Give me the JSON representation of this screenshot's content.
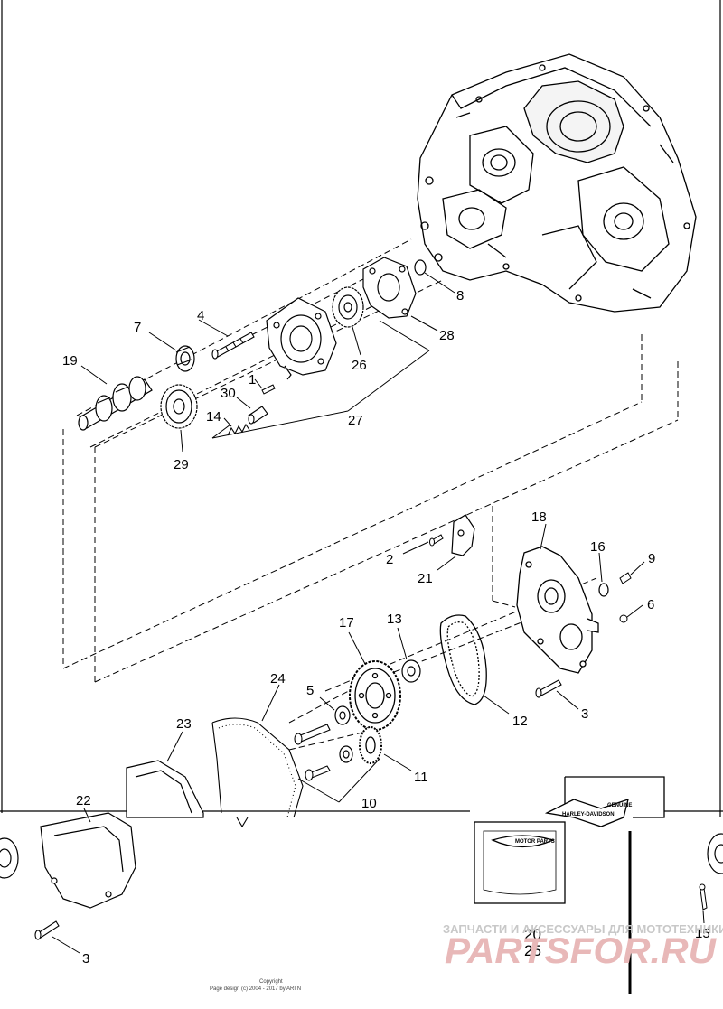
{
  "callouts": [
    "1",
    "2",
    "3",
    "3",
    "4",
    "5",
    "6",
    "7",
    "8",
    "9",
    "10",
    "11",
    "12",
    "13",
    "14",
    "15",
    "16",
    "17",
    "18",
    "19",
    "20",
    "21",
    "22",
    "23",
    "24",
    "25",
    "26",
    "27",
    "28",
    "29",
    "30"
  ],
  "watermark": {
    "line1": "ЗАПЧАСТИ И АКСЕССУАРЫ ДЛЯ МОТОТЕХНИКИ",
    "line2": "PARTSFOR.RU"
  },
  "footer": {
    "copyright": "Copyright",
    "page_design": "Page design (c) 2004 - 2017 by ARI N"
  },
  "kit_box": {
    "genuine": "GENUINE",
    "motor_parts": "MOTOR PARTS",
    "brand": "HARLEY-DAVIDSON"
  }
}
